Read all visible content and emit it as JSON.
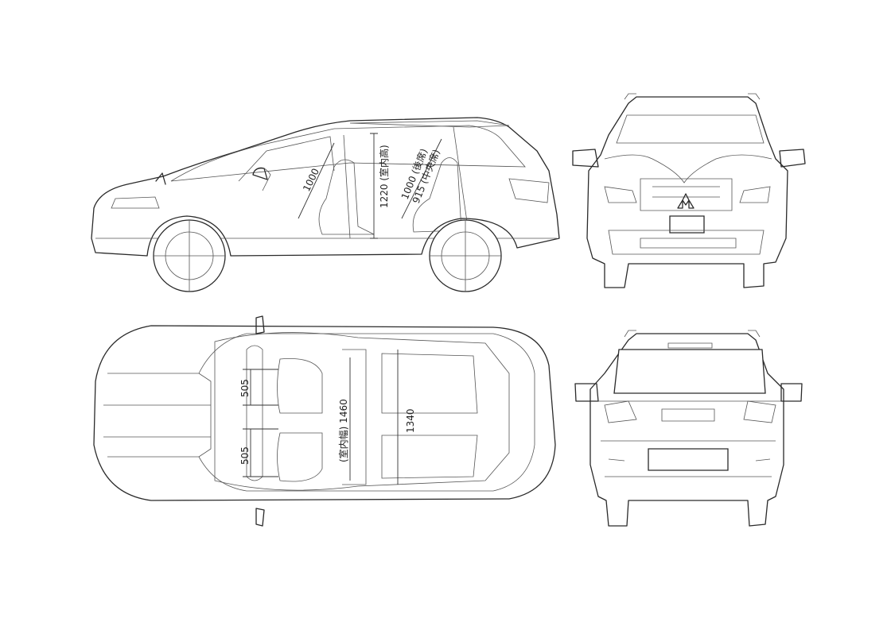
{
  "dimensions": {
    "side_headroom_front": "1000",
    "side_interior_height": "1220 (室内高)",
    "side_headroom_rear_a": "1000 (後席)",
    "side_headroom_rear_b": "915 (中央席)",
    "top_seat_width_front": "505",
    "top_seat_width_rear": "505",
    "top_interior_width": "(室内幅) 1460",
    "top_interior_length": "1340"
  },
  "colors": {
    "line": "#2a2a2a",
    "background": "#ffffff"
  },
  "icons": {
    "badge": "mitsubishi-logo-icon"
  }
}
